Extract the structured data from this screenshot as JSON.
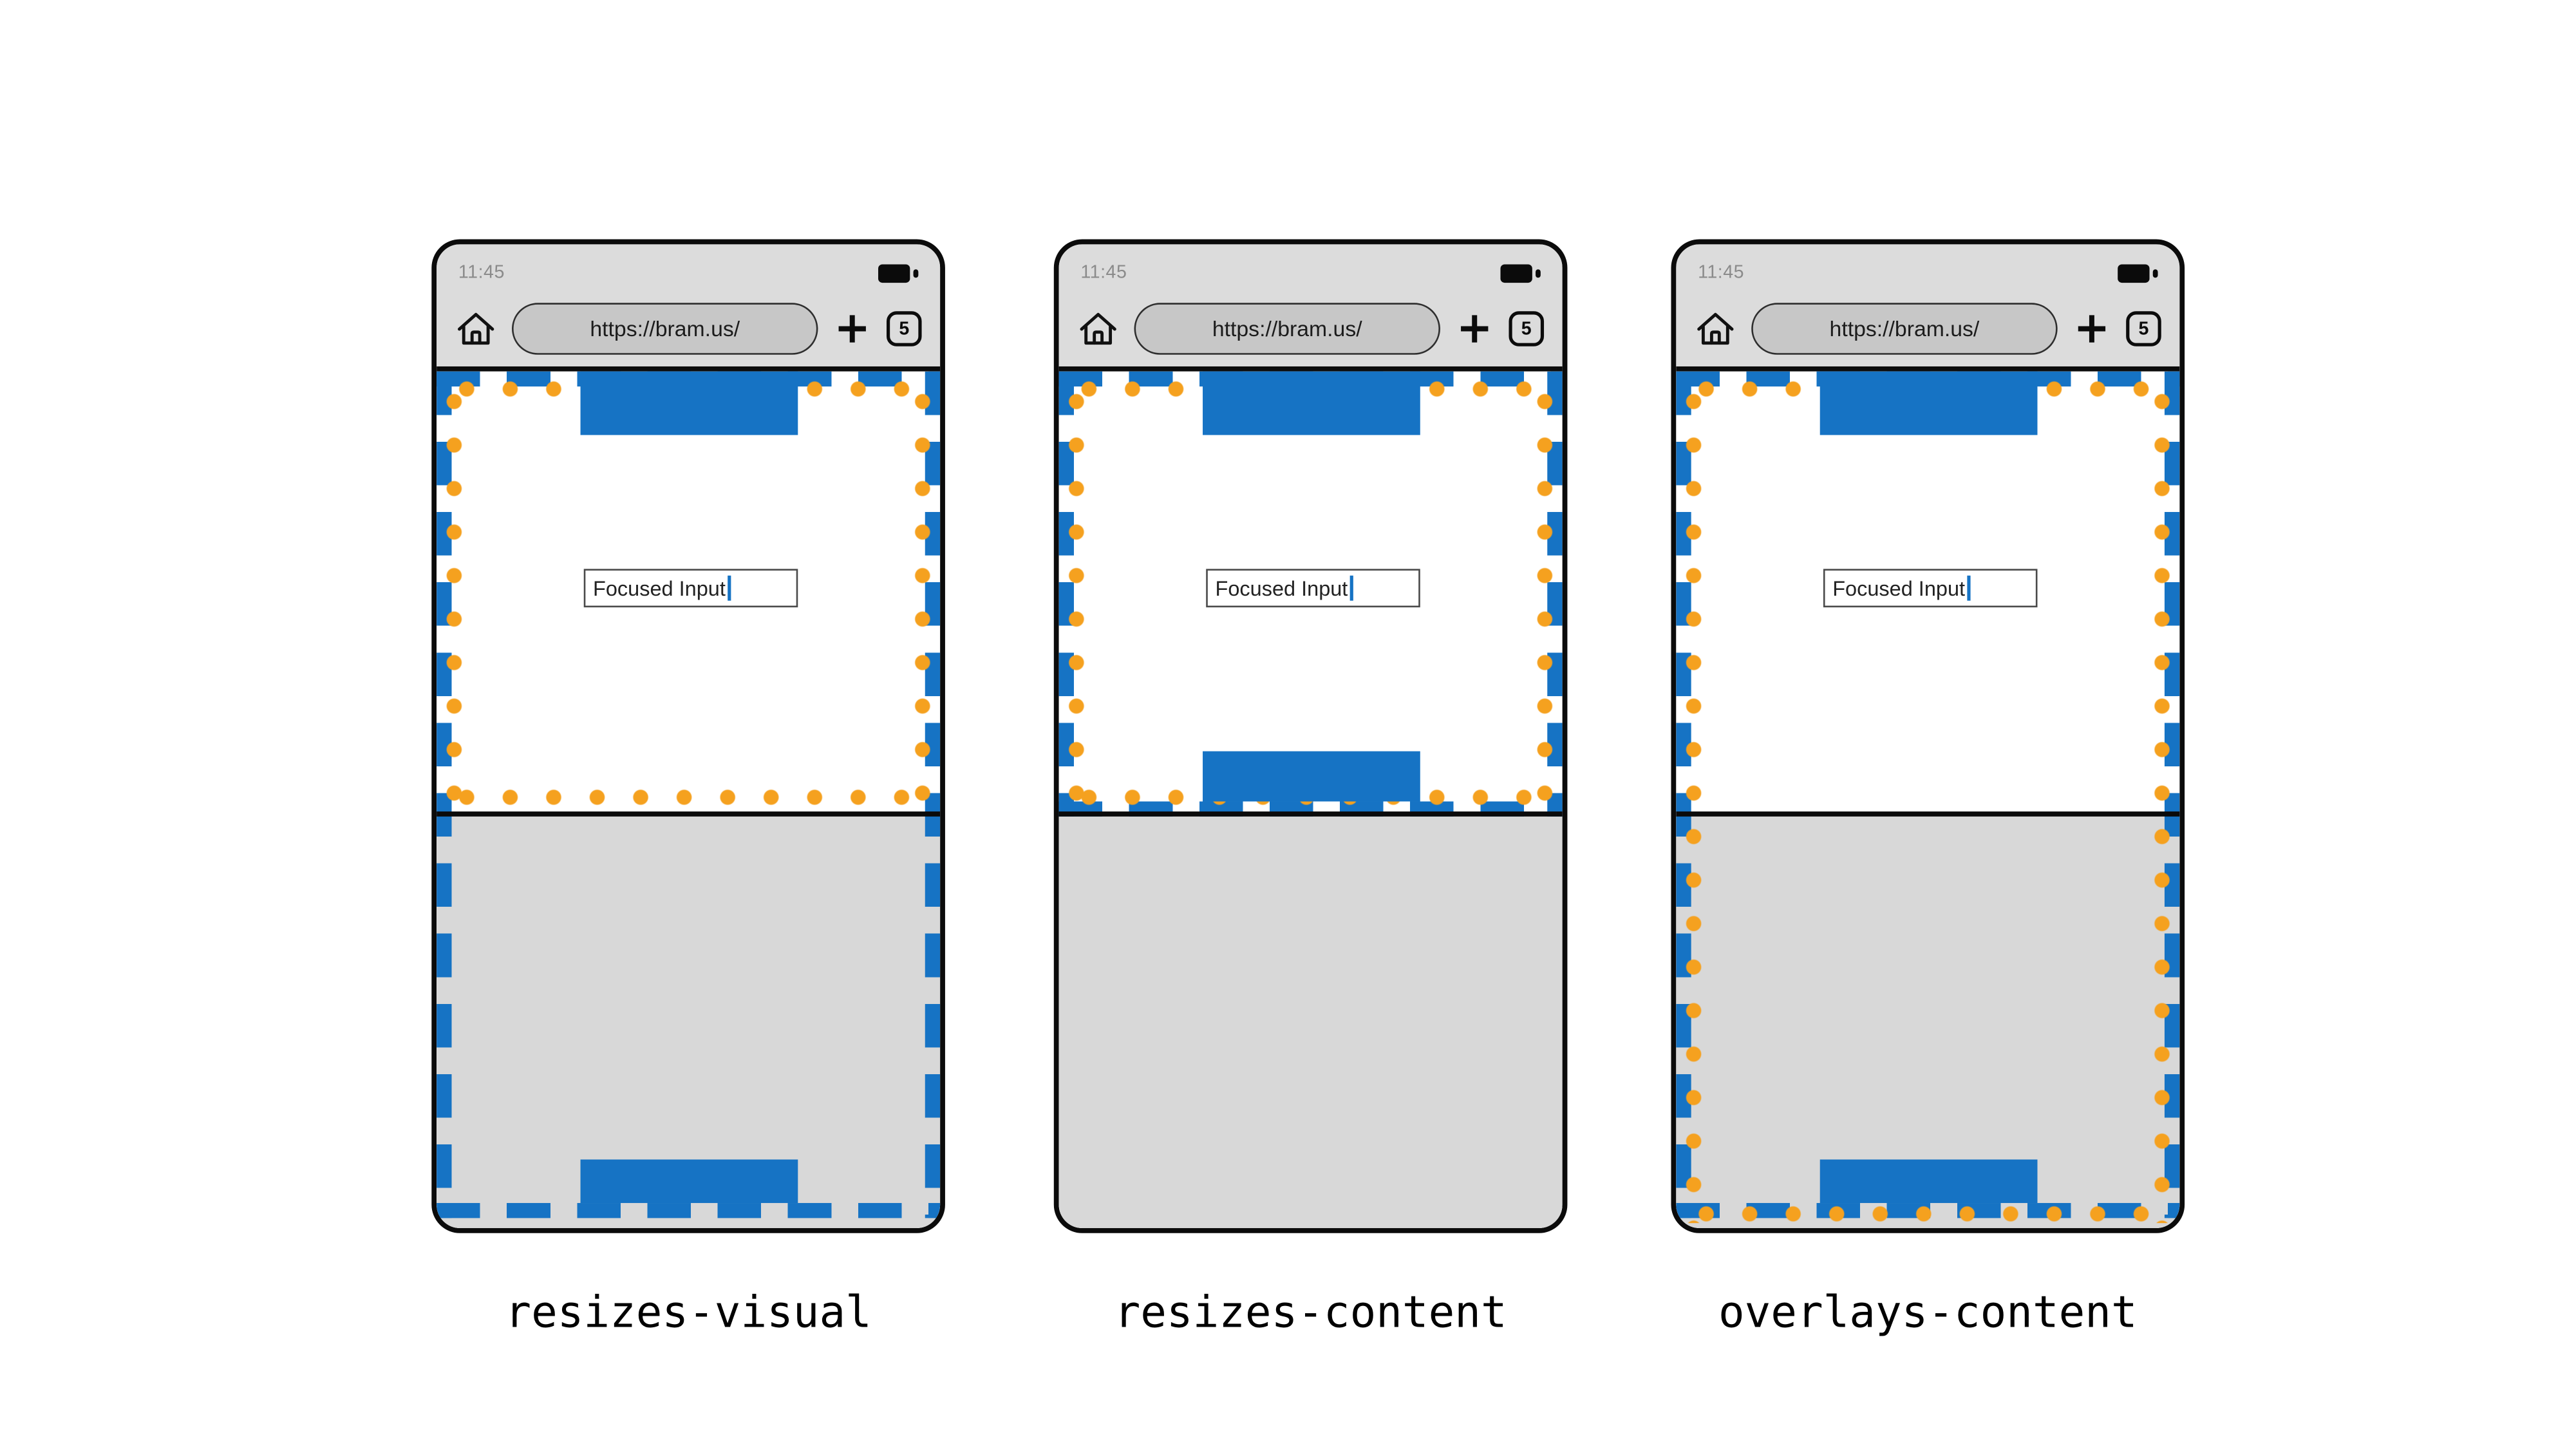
{
  "figure": {
    "colors": {
      "viewport_blue": "#1673C4",
      "marker_orange": "#F5A11F",
      "keyboard_gray": "#D8D8D8",
      "chrome_gray": "#DCDCDC",
      "url_pill_gray": "#C7C7C7"
    },
    "phones": [
      {
        "mode": "resizes-visual",
        "label": "resizes-visual",
        "status": {
          "time": "11:45",
          "battery_icon": "battery-full-icon"
        },
        "toolbar": {
          "home_icon": "home-icon",
          "url": "https://bram.us/",
          "new_tab_icon": "plus-icon",
          "tab_count": "5"
        },
        "page": {
          "input_value": "Focused Input",
          "caret_icon": "text-caret"
        },
        "keyboard_visible": true,
        "layout_viewport": "full-height",
        "visual_viewport": "above-keyboard"
      },
      {
        "mode": "resizes-content",
        "label": "resizes-content",
        "status": {
          "time": "11:45",
          "battery_icon": "battery-full-icon"
        },
        "toolbar": {
          "home_icon": "home-icon",
          "url": "https://bram.us/",
          "new_tab_icon": "plus-icon",
          "tab_count": "5"
        },
        "page": {
          "input_value": "Focused Input",
          "caret_icon": "text-caret"
        },
        "keyboard_visible": true,
        "layout_viewport": "above-keyboard",
        "visual_viewport": "above-keyboard"
      },
      {
        "mode": "overlays-content",
        "label": "overlays-content",
        "status": {
          "time": "11:45",
          "battery_icon": "battery-full-icon"
        },
        "toolbar": {
          "home_icon": "home-icon",
          "url": "https://bram.us/",
          "new_tab_icon": "plus-icon",
          "tab_count": "5"
        },
        "page": {
          "input_value": "Focused Input",
          "caret_icon": "text-caret"
        },
        "keyboard_visible": true,
        "layout_viewport": "full-height",
        "visual_viewport": "full-height"
      }
    ]
  }
}
